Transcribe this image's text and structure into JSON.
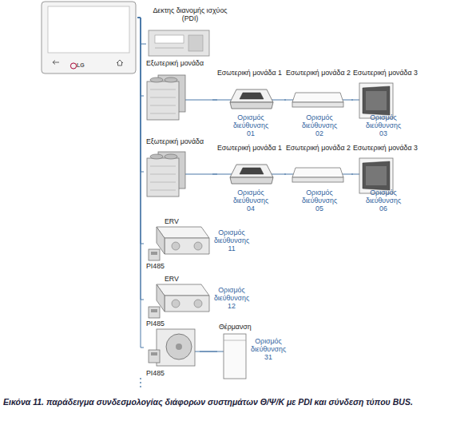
{
  "diagram": {
    "caption": "Εικόνα 11. παράδειγμα συνδεσμολογίας διάφορων συστημάτων Θ/Ψ/Κ με PDI και σύνδεση τύπου BUS.",
    "nodes": [
      {
        "text": [
          "LG"
        ]
      },
      {
        "text": [
          "Δεκτης διανομής ισχύος (PDI)"
        ]
      },
      {
        "text": [
          "Εξωτερική μονάδα"
        ]
      },
      {
        "text": [
          "Εσωτερική μονάδα 1",
          "Ορισμός διεύθυνσης 01"
        ]
      },
      {
        "text": [
          "Εσωτερική μονάδα 2",
          "Ορισμός διεύθυνσης 02"
        ]
      },
      {
        "text": [
          "Εσωτερική μονάδα 3",
          "Ορισμός διεύθυνσης 03"
        ]
      },
      {
        "text": [
          "Εξωτερική μονάδα"
        ]
      },
      {
        "text": [
          "Εσωτερική μονάδα 1",
          "Ορισμός διεύθυνσης 04"
        ]
      },
      {
        "text": [
          "Εσωτερική μονάδα 2",
          "Ορισμός διεύθυνσης 05"
        ]
      },
      {
        "text": [
          "Εσωτερική μονάδα 3",
          "Ορισμός διεύθυνσης 06"
        ]
      },
      {
        "text": [
          "ERV",
          "PI485",
          "Ορισμός διεύθυνσης 11"
        ]
      },
      {
        "text": [
          "ERV",
          "PI485",
          "Ορισμός διεύθυνσης 12"
        ]
      },
      {
        "text": [
          "PI485"
        ]
      },
      {
        "text": [
          "Θέρμανση",
          "Ορισμός διεύθυνσης 31"
        ]
      }
    ],
    "edges": [
      {
        "from": 0,
        "to": 1,
        "arrow": "none"
      },
      {
        "from": 0,
        "to": 2,
        "arrow": "none"
      },
      {
        "from": 0,
        "to": 6,
        "arrow": "none"
      },
      {
        "from": 0,
        "to": 10,
        "arrow": "none"
      },
      {
        "from": 0,
        "to": 11,
        "arrow": "none"
      },
      {
        "from": 0,
        "to": 12,
        "arrow": "none"
      },
      {
        "from": 2,
        "to": 3,
        "arrow": "none"
      },
      {
        "from": 3,
        "to": 4,
        "arrow": "none"
      },
      {
        "from": 4,
        "to": 5,
        "arrow": "none"
      },
      {
        "from": 6,
        "to": 7,
        "arrow": "none"
      },
      {
        "from": 7,
        "to": 8,
        "arrow": "none"
      },
      {
        "from": 8,
        "to": 9,
        "arrow": "none"
      },
      {
        "from": 12,
        "to": 13,
        "arrow": "none"
      }
    ]
  }
}
